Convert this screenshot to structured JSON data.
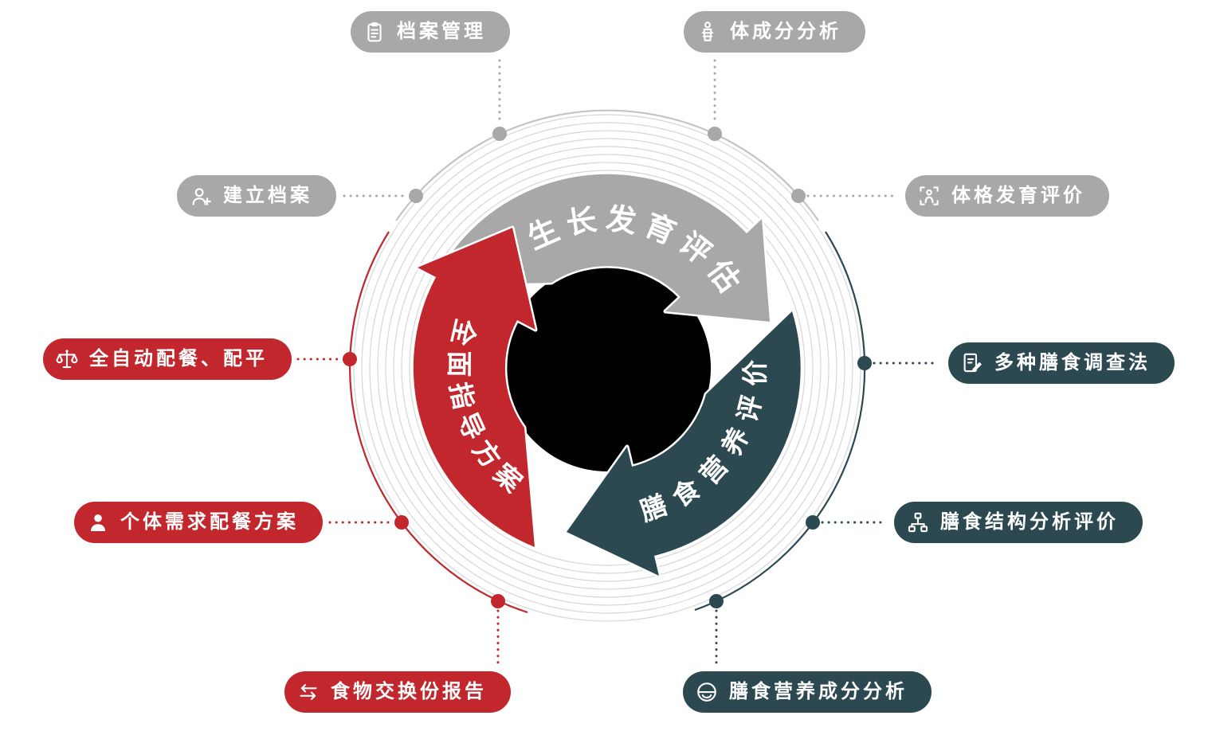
{
  "diagram": {
    "cycle_arrows": [
      {
        "label": "生长发育评估",
        "color": "#a8a8a8"
      },
      {
        "label": "膳食营养评价",
        "color": "#2c4952"
      },
      {
        "label": "全面指导方案",
        "color": "#c1272d"
      }
    ],
    "satellites": [
      {
        "label": "档案管理",
        "icon": "clipboard-icon",
        "group": "gray"
      },
      {
        "label": "体成分分析",
        "icon": "body-composition-icon",
        "group": "gray"
      },
      {
        "label": "建立档案",
        "icon": "add-user-icon",
        "group": "gray"
      },
      {
        "label": "体格发育评价",
        "icon": "measure-frame-icon",
        "group": "gray"
      },
      {
        "label": "全自动配餐、配平",
        "icon": "scales-icon",
        "group": "red"
      },
      {
        "label": "多种膳食调查法",
        "icon": "survey-pencil-icon",
        "group": "teal"
      },
      {
        "label": "个体需求配餐方案",
        "icon": "user-icon",
        "group": "red"
      },
      {
        "label": "膳食结构分析评价",
        "icon": "structure-chart-icon",
        "group": "teal"
      },
      {
        "label": "食物交换份报告",
        "icon": "exchange-arrows-icon",
        "group": "red"
      },
      {
        "label": "膳食营养成分分析",
        "icon": "bowl-icon",
        "group": "teal"
      }
    ],
    "colors": {
      "gray": "#a8a8a8",
      "red": "#c1272d",
      "teal": "#2c4952",
      "ring": "#d6d6d6",
      "center": "#000000"
    }
  }
}
